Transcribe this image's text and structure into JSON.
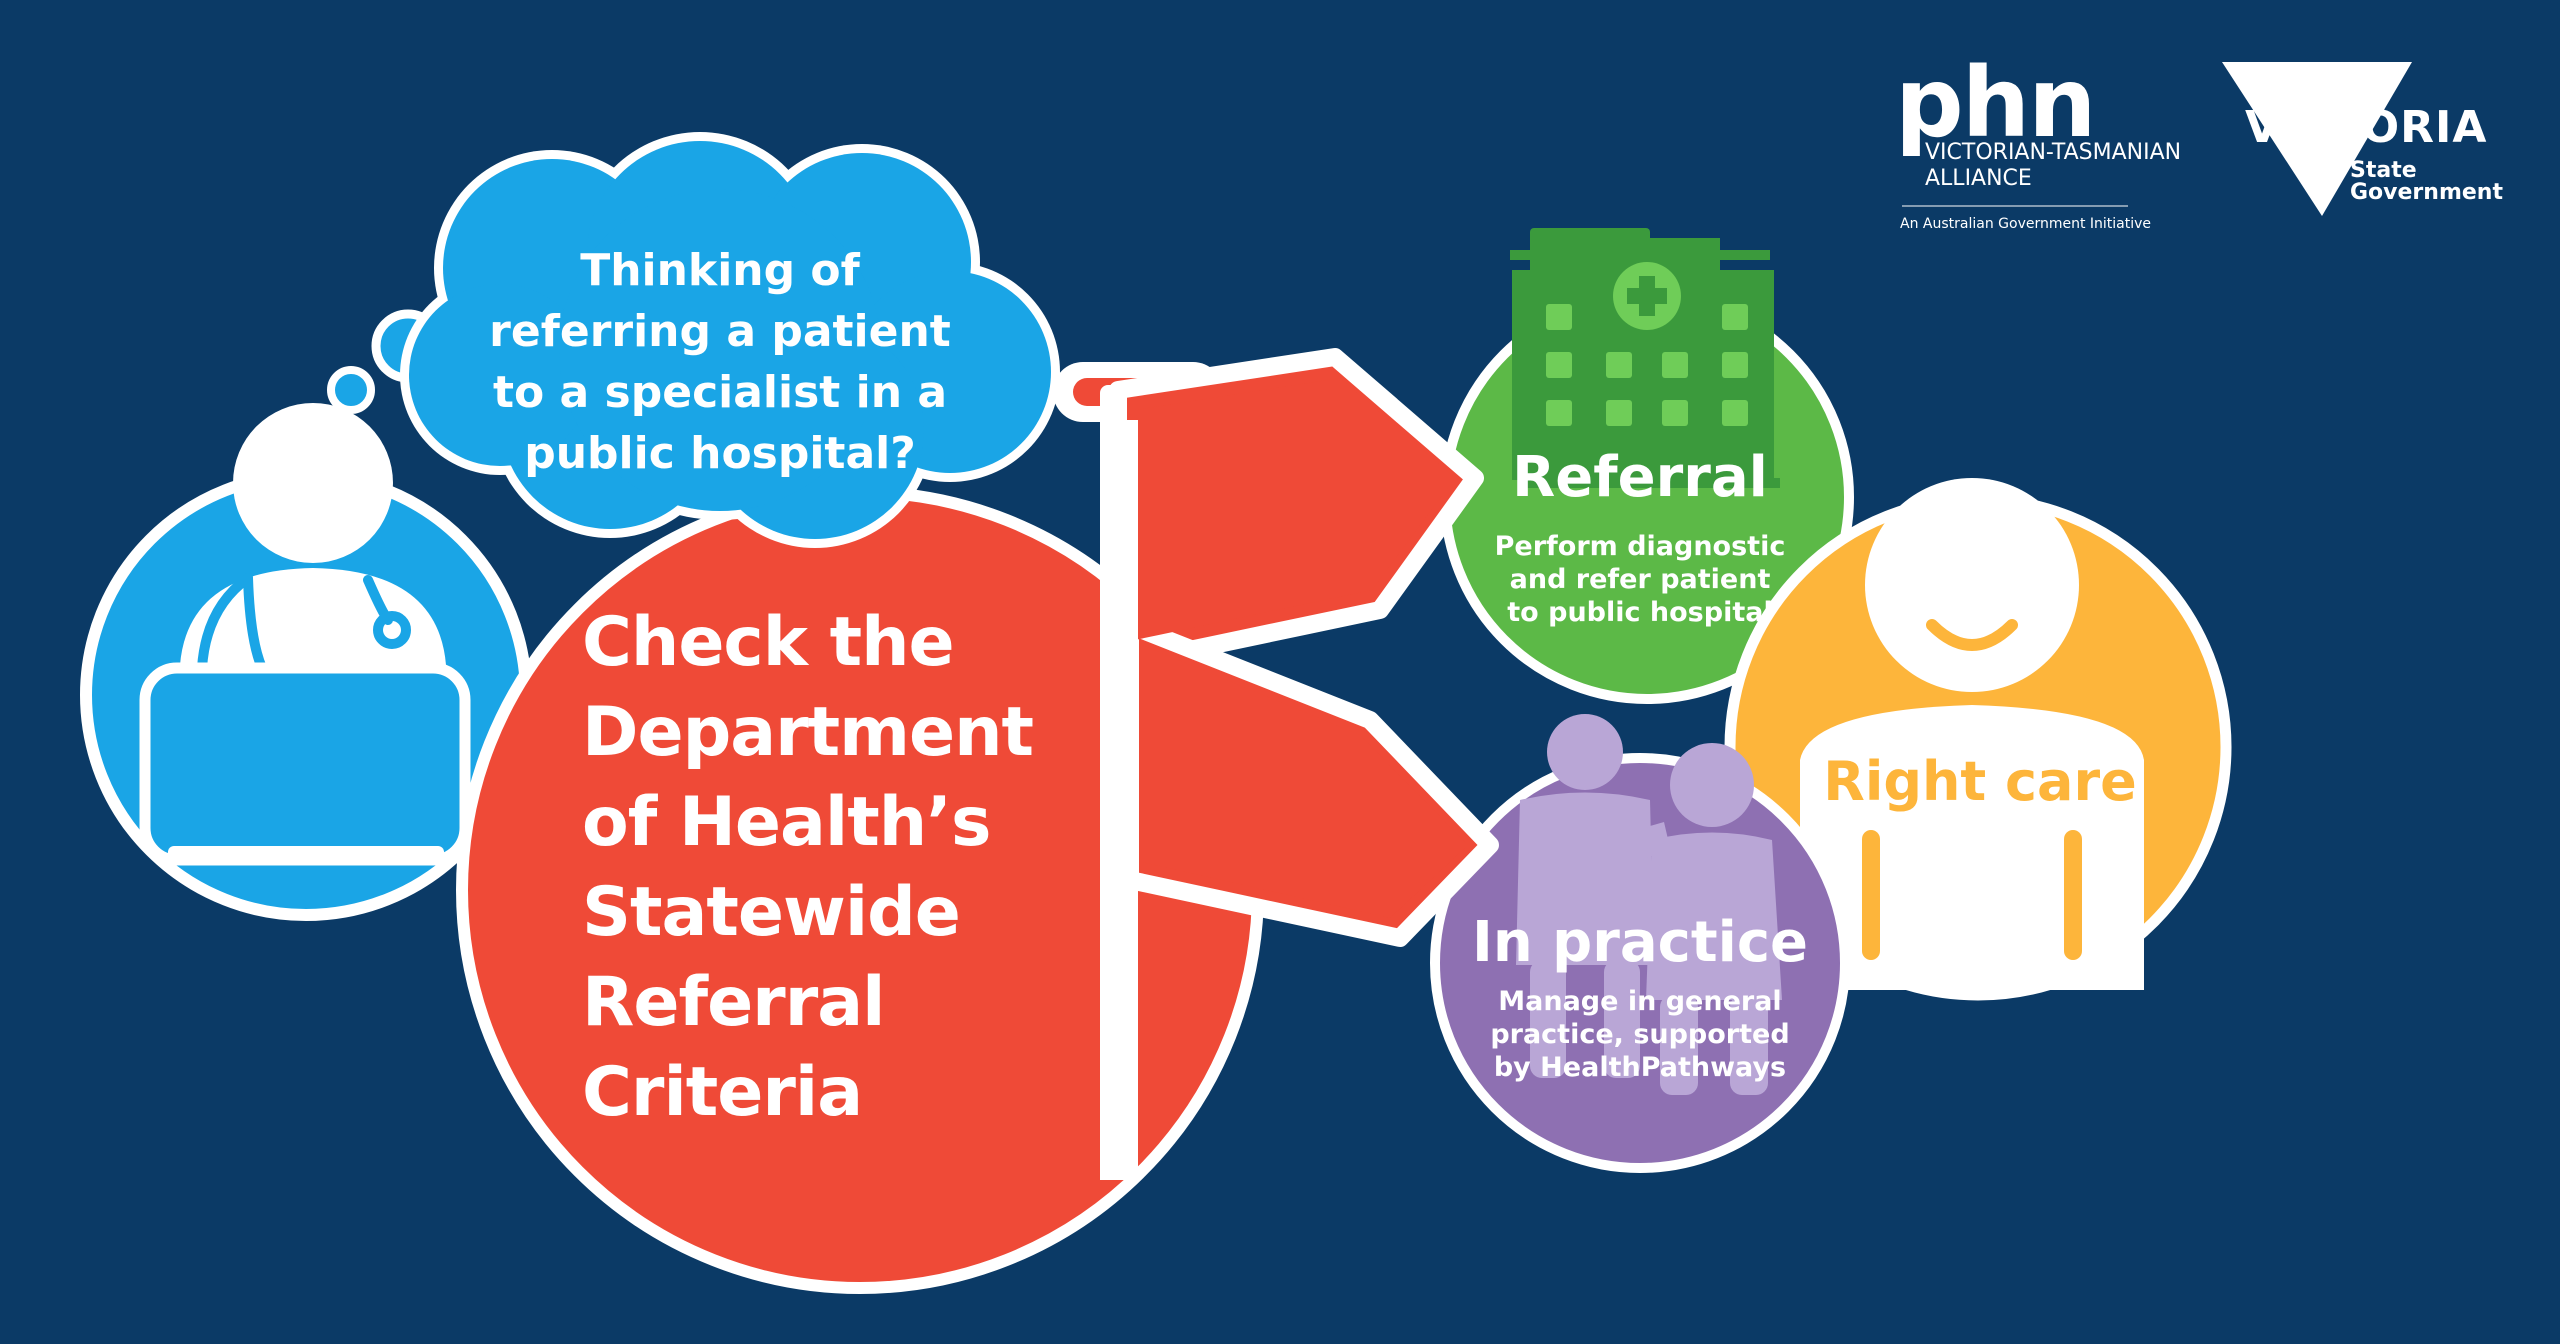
{
  "thought_bubble": {
    "lines": [
      "Thinking of",
      "referring a patient",
      "to a specialist in a",
      "public hospital?"
    ]
  },
  "main_message": {
    "lines": [
      "Check the",
      "Department",
      "of Health’s",
      "Statewide",
      "Referral",
      "Criteria"
    ]
  },
  "referral": {
    "title": "Referral",
    "description_lines": [
      "Perform diagnostic",
      "and refer patient",
      "to public hospital"
    ]
  },
  "in_practice": {
    "title": "In practice",
    "description_lines": [
      "Manage in general",
      "practice, supported",
      "by HealthPathways"
    ]
  },
  "right_care": {
    "label": "Right care"
  },
  "logos": {
    "phn": {
      "word": "phn",
      "subtitle_lines": [
        "VICTORIAN-TASMANIAN",
        "ALLIANCE"
      ],
      "tagline": "An Australian Government Initiative"
    },
    "victoria": {
      "word": "VICTORIA",
      "subtitle_lines": [
        "State",
        "Government"
      ]
    }
  },
  "colors": {
    "background": "#0b3a66",
    "doctor_blue": "#1aa5e6",
    "main_red": "#ef4a37",
    "referral_green": "#5cb947",
    "practice_purple": "#8e70b2",
    "right_care_yellow": "#fdb53b"
  },
  "icons": [
    "doctor-icon",
    "laptop-icon",
    "stethoscope-icon",
    "signpost-icon",
    "hospital-icon",
    "patients-icon",
    "smiling-person-icon",
    "thought-bubble-icon"
  ]
}
